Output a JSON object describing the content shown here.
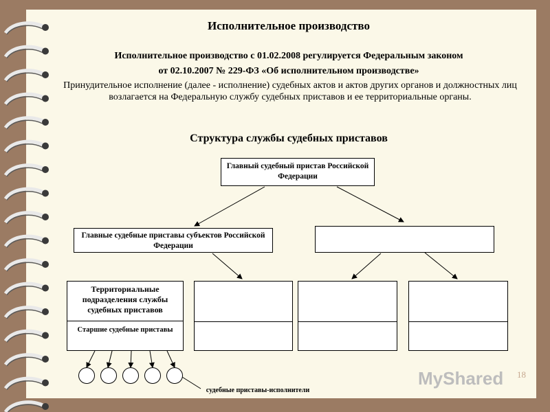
{
  "title": "Исполнительное производство",
  "law_line1": "Исполнительное производство с 01.02.2008 регулируется Федеральным законом",
  "law_line2": "от 02.10.2007 № 229-ФЗ «Об исполнительном производстве»",
  "body_text": "Принудительное исполнение (далее - исполнение) судебных актов и актов других органов и должностных лиц возлагается на Федеральную службу судебных приставов и ее территориальные органы.",
  "structure_title": "Структура службы судебных приставов",
  "diagram": {
    "top_box": "Главный судебный пристав Российской Федерации",
    "left_mid_box": "Главные судебные приставы субъектов Российской Федерации",
    "right_mid_box": "",
    "territorial_box": "Территориальные подразделения службы судебных приставов",
    "senior_box": "Старшие судебные приставы",
    "executors_label": "судебные приставы-исполнители"
  },
  "page_number": "18",
  "watermark": "MyShared",
  "colors": {
    "frame": "#9b7b63",
    "paper": "#fbf8e8"
  }
}
